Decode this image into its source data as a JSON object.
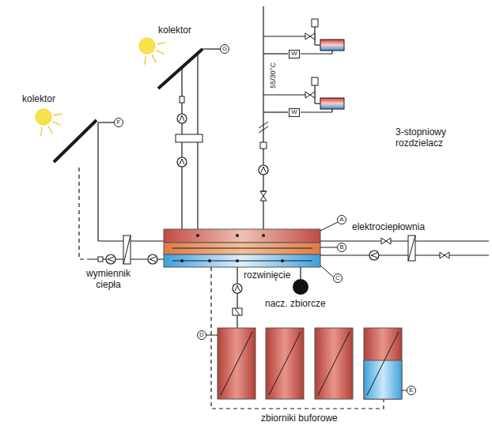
{
  "diagram": {
    "nodes": [
      {
        "text": [
          "G"
        ]
      },
      {
        "text": [
          "W"
        ]
      },
      {
        "text": [
          "F"
        ]
      },
      {
        "text": [
          "W"
        ]
      },
      {
        "text": [
          "A"
        ]
      },
      {
        "text": [
          "B"
        ]
      },
      {
        "text": [
          "C"
        ]
      },
      {
        "text": [
          "D"
        ]
      },
      {
        "text": [
          "E"
        ]
      }
    ],
    "labels": [
      "kolektor",
      "kolektor",
      "55/30°C",
      "3-stopniowy rozdzielacz",
      "elektrociepłownia",
      "wymiennik ciepła",
      "rozwinięcie",
      "nacz. zbiorcze",
      "zbiorniki buforowe"
    ]
  }
}
